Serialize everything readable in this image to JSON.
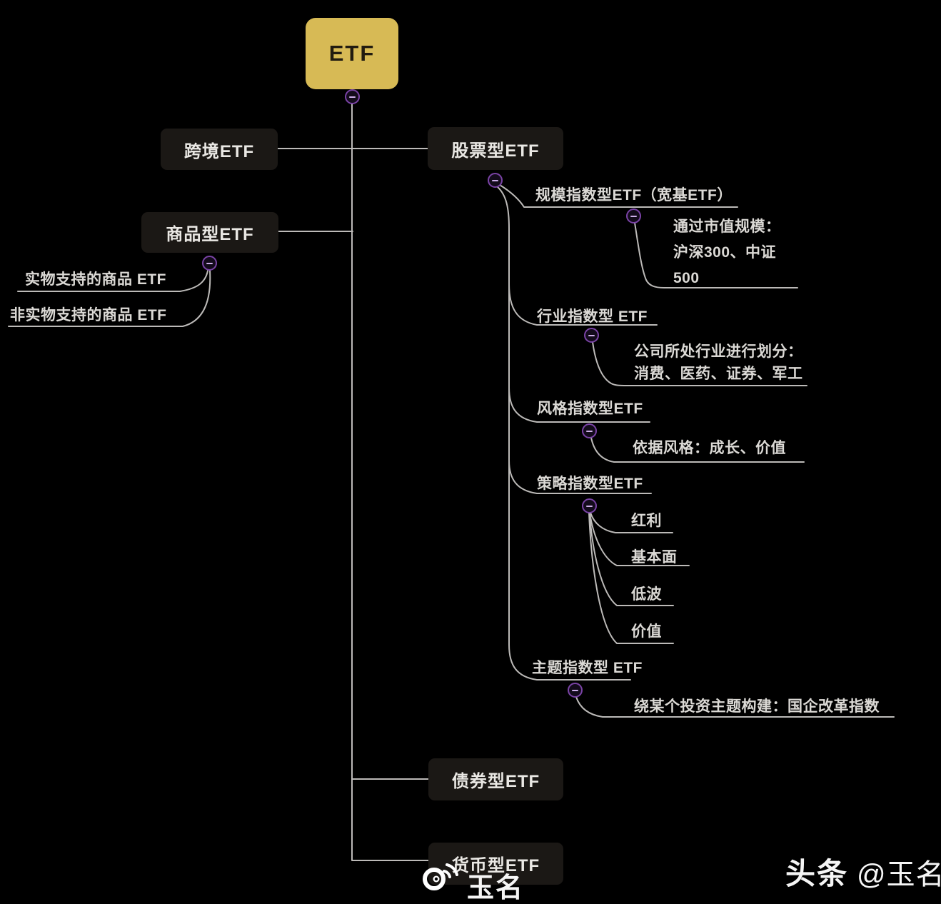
{
  "colors": {
    "background": "#000000",
    "root_fill": "#d7ba55",
    "root_text": "#211b10",
    "node_fill": "#1b1815",
    "node_text": "#eae8e4",
    "label_text": "#dbd9d5",
    "line": "#bcbab8",
    "collapse_ring": "#7a43a6",
    "collapse_fill": "#130b1b",
    "collapse_glyph": "#cdafe9",
    "watermark": "#f5f5f5"
  },
  "root": {
    "label": "ETF"
  },
  "nodes": {
    "cross_border": {
      "label": "跨境ETF"
    },
    "commodity": {
      "label": "商品型ETF",
      "children": [
        {
          "label": "实物支持的商品 ETF"
        },
        {
          "label": "非实物支持的商品 ETF"
        }
      ]
    },
    "stock": {
      "label": "股票型ETF",
      "children": [
        {
          "label": "规模指数型ETF（宽基ETF）",
          "note": "通过市值规模：\n沪深300、中证\n500"
        },
        {
          "label": "行业指数型 ETF",
          "note": "公司所处行业进行划分：\n消费、医药、证券、军工"
        },
        {
          "label": "风格指数型ETF",
          "note": "依据风格：成长、价值"
        },
        {
          "label": "策略指数型ETF",
          "children": [
            {
              "label": "红利"
            },
            {
              "label": "基本面"
            },
            {
              "label": "低波"
            },
            {
              "label": "价值"
            }
          ]
        },
        {
          "label": "主题指数型 ETF",
          "note": "绕某个投资主题构建：国企改革指数"
        }
      ]
    },
    "bond": {
      "label": "债券型ETF"
    },
    "money": {
      "label": "货币型ETF"
    }
  },
  "watermarks": {
    "weibo_name": "玉名",
    "toutiao_brand": "头条",
    "toutiao_handle": "@玉名"
  }
}
